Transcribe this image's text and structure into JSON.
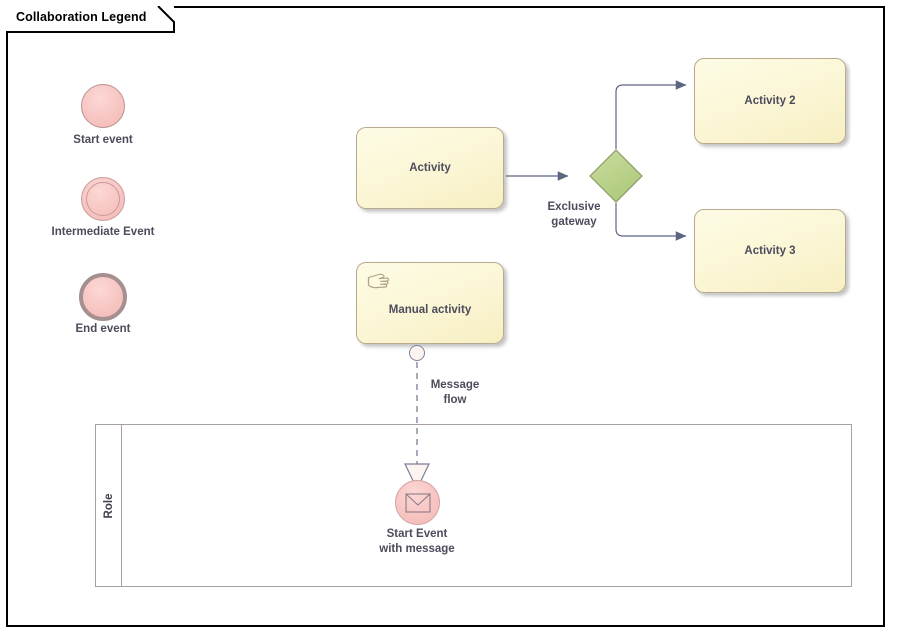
{
  "frame": {
    "title": "Collaboration Legend"
  },
  "legend": {
    "items": [
      {
        "key": "start-event",
        "label": "Start event",
        "shape": "circle-thin"
      },
      {
        "key": "intermediate-event",
        "label": "Intermediate Event",
        "shape": "circle-double"
      },
      {
        "key": "end-event",
        "label": "End event",
        "shape": "circle-thick"
      }
    ]
  },
  "flow": {
    "activity": {
      "label": "Activity"
    },
    "gateway": {
      "label": "Exclusive\ngateway",
      "type": "exclusive"
    },
    "activity2": {
      "label": "Activity 2"
    },
    "activity3": {
      "label": "Activity 3"
    },
    "manual_activity": {
      "label": "Manual activity",
      "marker": "hand-icon"
    },
    "message_flow": {
      "label": "Message\nflow",
      "style": "dashed"
    },
    "start_event_message": {
      "label": "Start Event\nwith message",
      "marker": "envelope-icon"
    }
  },
  "pool": {
    "title": "Role"
  },
  "colors": {
    "event_fill": "#f7c5c2",
    "event_border": "#b9918f",
    "event_border_thick": "#a6908f",
    "task_fill": "#fbf7d8",
    "task_border": "#b9a98e",
    "gateway_fill": "#bcd48b",
    "gateway_border": "#8a9a6a",
    "connector": "#5d6580",
    "arrow_fill": "#5d6580",
    "pool_border": "#a9a0a4",
    "text": "#4c4c5c",
    "frame_border": "#000000"
  }
}
